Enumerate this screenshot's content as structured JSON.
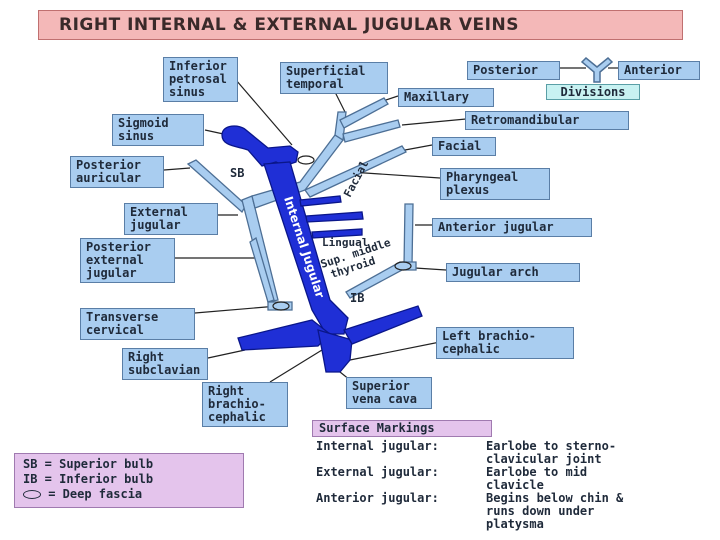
{
  "title": "RIGHT INTERNAL & EXTERNAL JUGULAR VEINS",
  "labels": {
    "inferior_petrosal": "Inferior\npetrosal\nsinus",
    "superficial_temporal": "Superficial\ntemporal",
    "maxillary": "Maxillary",
    "sigmoid_sinus": "Sigmoid\nsinus",
    "retromandibular": "Retromandibular",
    "posterior_auricular": "Posterior\nauricular",
    "facial": "Facial",
    "pharyngeal_plexus": "Pharyngeal\nplexus",
    "external_jugular": "External\njugular",
    "anterior_jugular": "Anterior jugular",
    "posterior_external_jugular": "Posterior\nexternal\njugular",
    "jugular_arch": "Jugular arch",
    "transverse_cervical": "Transverse\ncervical",
    "left_brachiocephalic": "Left brachio-\ncephalic",
    "right_subclavian": "Right\nsubclavian",
    "superior_vena_cava": "Superior\nvena cava",
    "right_brachiocephalic": "Right\nbrachio-\ncephalic"
  },
  "divisions": {
    "posterior": "Posterior",
    "anterior": "Anterior",
    "caption": "Divisions"
  },
  "in_figure": {
    "sb": "SB",
    "ib": "IB",
    "internal_jugular": "Internal Jugular",
    "facial_vessel": "Facial",
    "lingual": "Lingual",
    "sup_middle": "Sup. middle",
    "thyroid": "thyroid"
  },
  "legend": {
    "sb": "SB = Superior bulb",
    "ib": "IB = Inferior bulb",
    "fascia": "= Deep fascia"
  },
  "surface_markings": {
    "title": "Surface Markings",
    "rows": [
      {
        "key": "Internal jugular:",
        "value": "Earlobe to sterno-\nclavicular joint"
      },
      {
        "key": "External jugular:",
        "value": "Earlobe to mid\nclavicle"
      },
      {
        "key": "Anterior jugular:",
        "value": "Begins below chin &\nruns down under\nplatysma"
      }
    ]
  },
  "colors": {
    "internal_jugular": "#1f2fd6",
    "tributary": "#a9cdf0",
    "vessel_outline": "#4d6f95",
    "label_bg": "#a9cdf0",
    "title_bg": "#f4b8b8",
    "legend_bg": "#e4c4ec",
    "divisions_bg": "#c8f2f2"
  }
}
